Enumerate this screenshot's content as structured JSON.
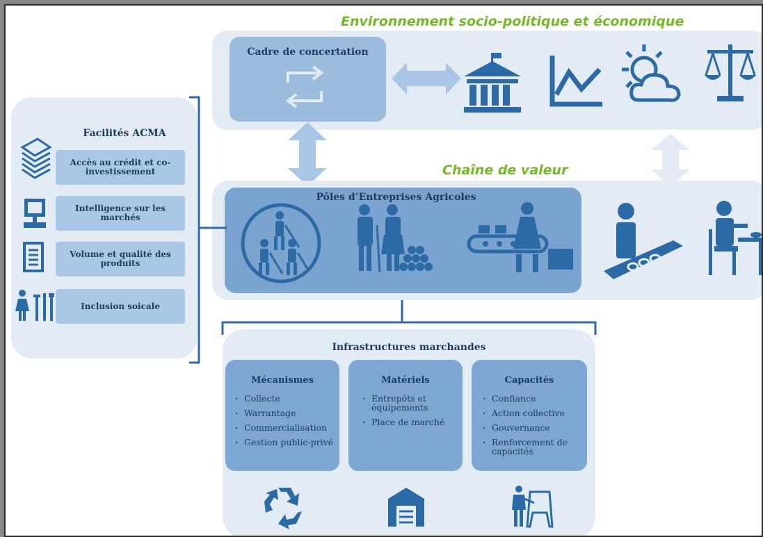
{
  "env_title": "Environnement socio-politique et économique",
  "chain_title": "Chaîne de valeur",
  "cadre_title": "Cadre de concertation",
  "poles_title": "Pôles d’Entreprises Agricoles",
  "facilites": {
    "title": "Facilités ACMA",
    "items": [
      {
        "label": "Accès au crédit et co-investissement",
        "icon": "money-stack-icon"
      },
      {
        "label": "Intelligence sur les marchés",
        "icon": "computer-icon"
      },
      {
        "label": "Volume et qualité des produits",
        "icon": "document-icon"
      },
      {
        "label": "Inclusion soicale",
        "icon": "woman-tools-icon"
      }
    ]
  },
  "infra": {
    "title": "Infrastructures marchandes",
    "columns": [
      {
        "title": "Mécanismes",
        "items": [
          "Collecte",
          "Warrantage",
          "Commercialisation",
          "Gestion public-privé"
        ],
        "icon": "recycle-arrows-icon"
      },
      {
        "title": "Matériels",
        "items": [
          "Entrepôts et équipements",
          "Place de marché"
        ],
        "icon": "warehouse-icon"
      },
      {
        "title": "Capacités",
        "items": [
          "Confiance",
          "Action collective",
          "Gouvernance",
          "Renforcement de capacités"
        ],
        "icon": "trainer-board-icon"
      }
    ]
  },
  "colors": {
    "dark_blue": "#2c6aa6",
    "panel": "#e3ebf4",
    "box": "#9cbcde",
    "green": "#76b82a"
  }
}
